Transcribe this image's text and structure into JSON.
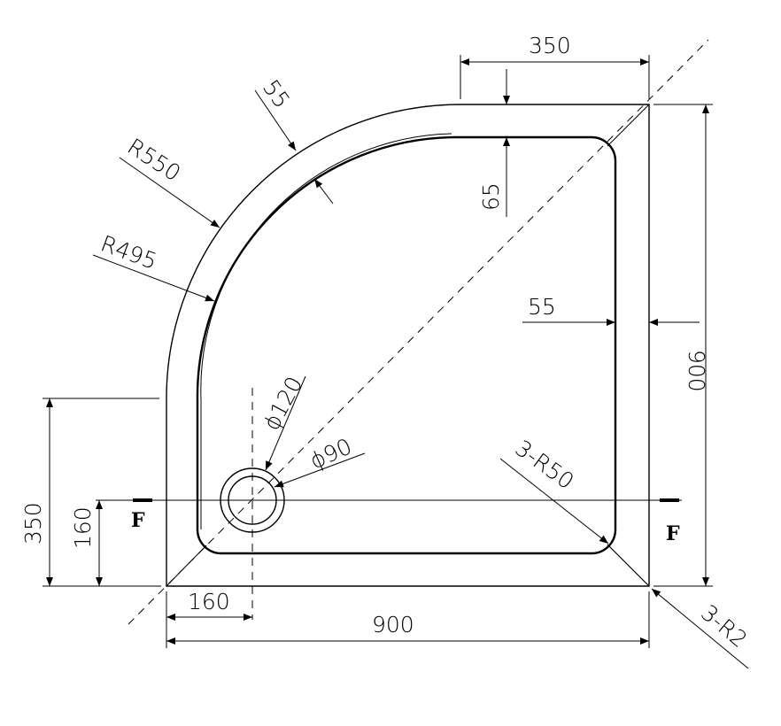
{
  "drawing": {
    "title": "Quadrant shower tray dimension drawing",
    "dimensions": {
      "top_straight": "350",
      "rim_width_arc": "55",
      "outer_radius": "R550",
      "inner_radius": "R495",
      "top_rim": "65",
      "right_rim": "55",
      "height": "900",
      "width": "900",
      "left_straight": "350",
      "drain_offset_y": "160",
      "drain_offset_x": "160",
      "drain_outer_dia": "ϕ120",
      "drain_inner_dia": "ϕ90",
      "inner_corner_radius": "3-R50",
      "outer_corner_radius": "3-R2"
    },
    "section_markers": {
      "left": "F",
      "right": "F"
    }
  }
}
